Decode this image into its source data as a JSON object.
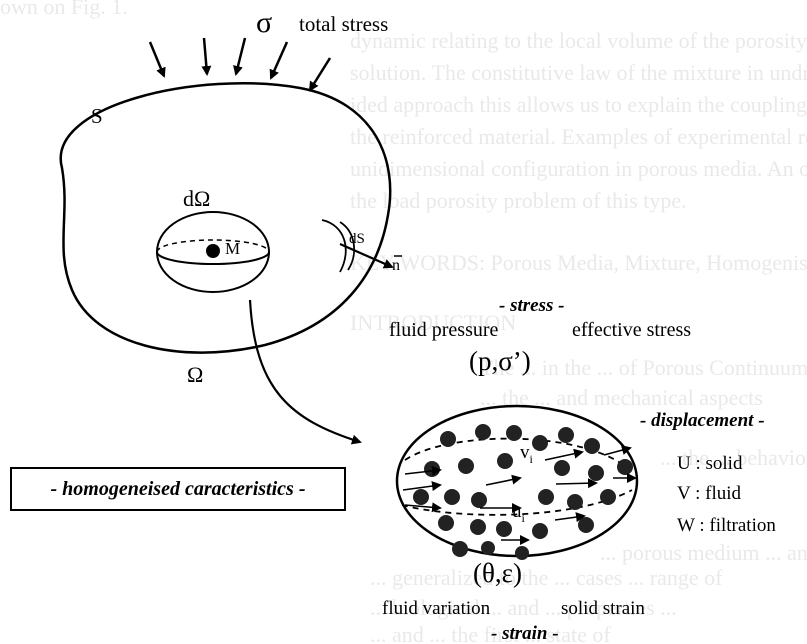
{
  "background_text": [
    "own on Fig. 1.",
    "dynamic relating to the local volume of the porosity problem",
    "solution. The constitutive law of the mixture in undrained",
    "ided approach this allows us to explain the coupling between",
    "the reinforced material. Examples of experimental results",
    "unidimensional configuration in porous media. An overview",
    "the load porosity problem of this type.",
    "KEY WORDS: Porous Media, Mixture, Homogenisation, Biot",
    "INTRODUCTION",
    "The ... in the ... of Porous Continuum Media",
    "... the ... and mechanical aspects",
    "... the ... behavior ...",
    "... porous medium ... analysis ...",
    "... generalized to the ... cases ... range of",
    "... biological ... and ... properties ...",
    "... and ... the first ... state of"
  ],
  "diagram": {
    "sigma": "σ",
    "total_stress": "total stress",
    "S": "S",
    "d_omega": "dΩ",
    "M": "M",
    "dS": "dS",
    "n_vec": "n",
    "omega": "Ω",
    "stress_header": "- stress -",
    "fluid_pressure": "fluid pressure",
    "effective_stress": "effective stress",
    "p_sigma": "(p,σ’)",
    "displacement_header": "- displacement -",
    "v_i": "v",
    "v_sub": "i",
    "u_i": "u",
    "u_sub": "i",
    "U_solid": "U : solid",
    "V_fluid": "V : fluid",
    "W_filtration": "W : filtration",
    "theta_eps": "(θ,ε)",
    "fluid_variation": "fluid variation",
    "solid_strain": "solid strain",
    "strain_header": "- strain -",
    "homogeneised": "- homogeneised caracteristics -"
  }
}
